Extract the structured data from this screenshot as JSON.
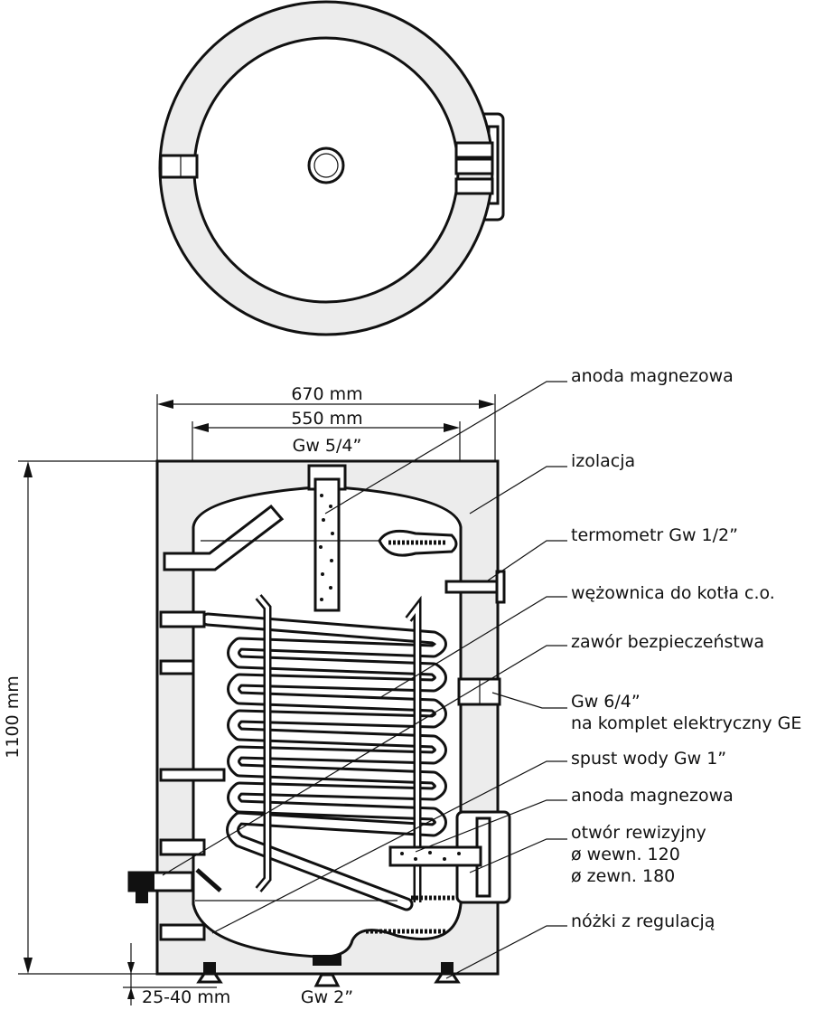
{
  "dimensions": {
    "outer_width": "670 mm",
    "inner_width": "550 mm",
    "top_connection": "Gw 5/4ˮ",
    "height": "1100 mm",
    "feet_height": "25-40 mm",
    "bottom_connection": "Gw 2ˮ"
  },
  "labels": [
    {
      "id": "anode-top",
      "lines": [
        "anoda magnezowa"
      ]
    },
    {
      "id": "insulation",
      "lines": [
        "izolacja"
      ]
    },
    {
      "id": "thermometer",
      "lines": [
        "termometr Gw 1/2ˮ"
      ]
    },
    {
      "id": "boiler-coil",
      "lines": [
        "wężownica do kotła c.o."
      ]
    },
    {
      "id": "safety-valve",
      "lines": [
        "zawór bezpieczeństwa"
      ]
    },
    {
      "id": "heater-port",
      "lines": [
        "Gw 6/4ˮ",
        "na komplet elektryczny GE"
      ]
    },
    {
      "id": "drain",
      "lines": [
        "spust wody Gw 1ˮ"
      ]
    },
    {
      "id": "anode-bottom",
      "lines": [
        "anoda magnezowa"
      ]
    },
    {
      "id": "inspection-opening",
      "lines": [
        "otwór rewizyjny",
        "ø wewn. 120",
        "ø zewn. 180"
      ]
    },
    {
      "id": "feet",
      "lines": [
        "nóżki z regulacją"
      ]
    }
  ],
  "colors": {
    "line": "#111111",
    "insulation": "#ececec",
    "background": "#ffffff"
  }
}
